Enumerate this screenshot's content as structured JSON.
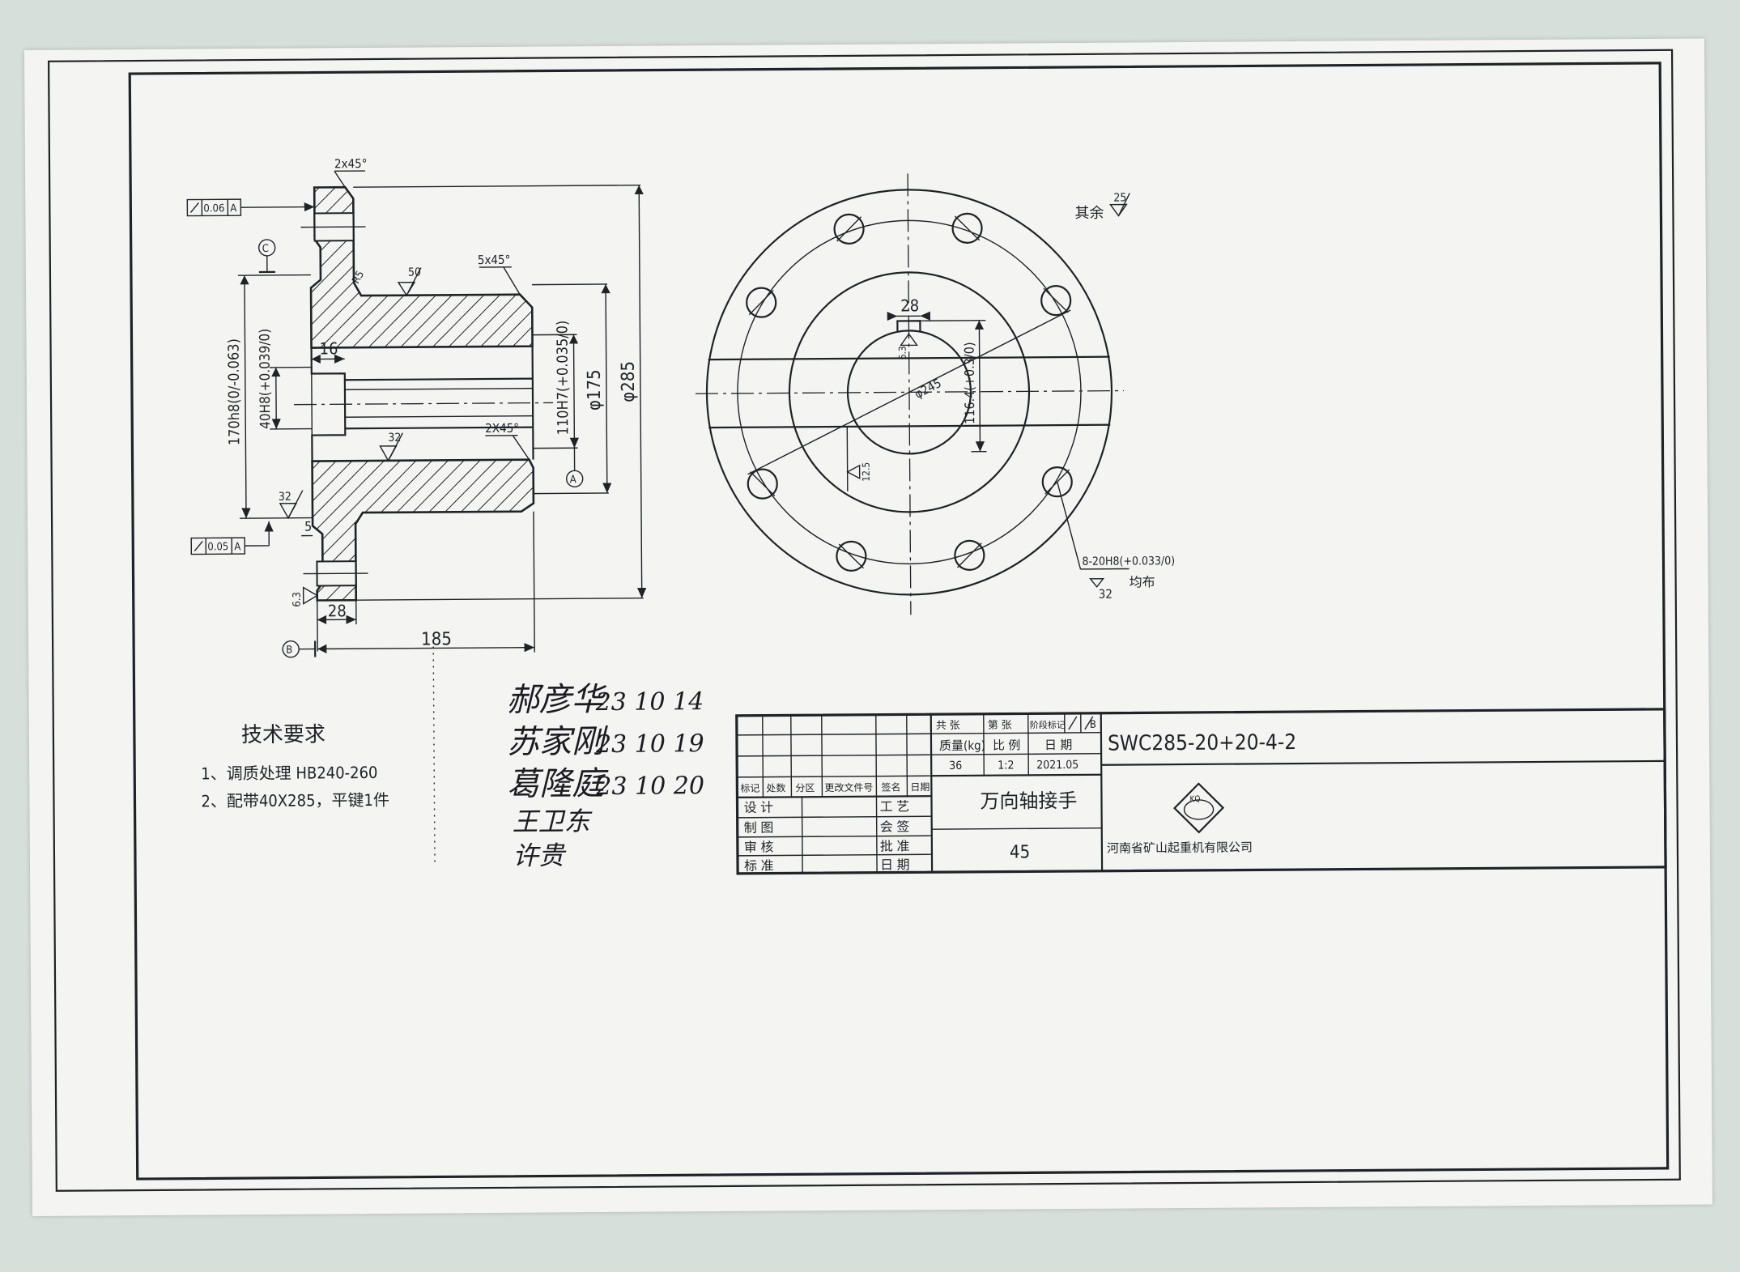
{
  "tech": {
    "title": "技术要求",
    "items": [
      "1、调质处理 HB240-260",
      "2、配带40X285，平键1件"
    ]
  },
  "dims": {
    "chamfer_top": "2x45°",
    "chamfer_mid": "5x45°",
    "chamfer_inner": "2X45°",
    "r15": "R5",
    "tol1_val": "0.06",
    "tol1_ref": "A",
    "tol2_val": "0.05",
    "tol2_ref": "A",
    "datum_a": "A",
    "datum_b": "B",
    "datum_c": "C",
    "d170": "170h8(0/-0.063)",
    "d40": "40H8(+0.039/0)",
    "d110": "110H7(+0.035/0)",
    "d175": "φ175",
    "d285": "φ285",
    "w16": "16",
    "w28": "28",
    "w185": "185",
    "w5": "5",
    "rough50": "50",
    "rough32a": "32",
    "rough32b": "32",
    "rough63": "6.3"
  },
  "front": {
    "keyway_w": "28",
    "keyway_h": "116.4(+0.3/0)",
    "bore": "φ245",
    "rough63": "6.3",
    "rough12": "12.5",
    "holes": "8-20H8(+0.033/0)",
    "holes_even": "均布",
    "holes_rough": "32"
  },
  "other_roughness": {
    "label": "其余",
    "value": "25"
  },
  "signatures": [
    {
      "name": "郝彦华",
      "date": "23  10  14"
    },
    {
      "name": "苏家刚",
      "date": "23  10  19"
    },
    {
      "name": "葛隆庭",
      "date": "23  10  20"
    },
    {
      "name": "王卫东",
      "date": ""
    },
    {
      "name": "许贵",
      "date": ""
    }
  ],
  "title_block": {
    "drawing_no": "SWC285-20+20-4-2",
    "part_name": "万向轴接手",
    "material": "45",
    "company": "河南省矿山起重机有限公司",
    "logo_mark": "KQ",
    "qty_label": "共 张",
    "sheet_label": "第 张",
    "stage_label": "阶段标记",
    "stage_value": "B",
    "mass_label": "质量(kg)",
    "scale_label": "比 例",
    "date_label": "日 期",
    "mass_value": "36",
    "scale_value": "1:2",
    "date_value": "2021.05",
    "rev_headers": [
      "标记",
      "处数",
      "分区",
      "更改文件号",
      "签名",
      "日期"
    ],
    "roles_left": [
      "设 计",
      "制 图",
      "审 核",
      "标 准"
    ],
    "roles_right": [
      "工 艺",
      "会 签",
      "批 准",
      "日 期"
    ]
  }
}
